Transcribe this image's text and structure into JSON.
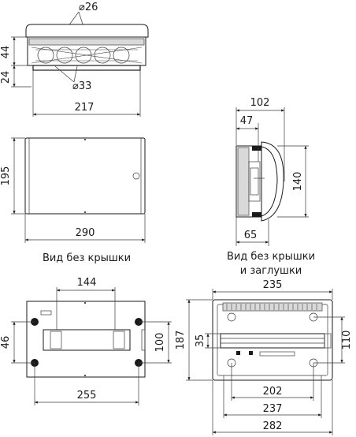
{
  "top_view": {
    "diam_top": "⌀26",
    "diam_bottom": "⌀33",
    "height_upper": "44",
    "height_lower": "24",
    "width": "217"
  },
  "front_view": {
    "height": "195",
    "width": "290"
  },
  "side_view": {
    "depth": "102",
    "depth_inner": "47",
    "height": "140",
    "depth_bottom": "65"
  },
  "view_no_cover": {
    "caption": "Вид без крышки",
    "width_top": "144",
    "height_left": "46",
    "height_right": "100",
    "width_bottom": "255"
  },
  "view_no_cover_no_plug": {
    "caption_line1": "Вид без крышки",
    "caption_line2": "и заглушки",
    "width_top": "235",
    "height_outer": "187",
    "height_inner": "35",
    "height_right": "110",
    "width_202": "202",
    "width_237": "237",
    "width_282": "282"
  }
}
